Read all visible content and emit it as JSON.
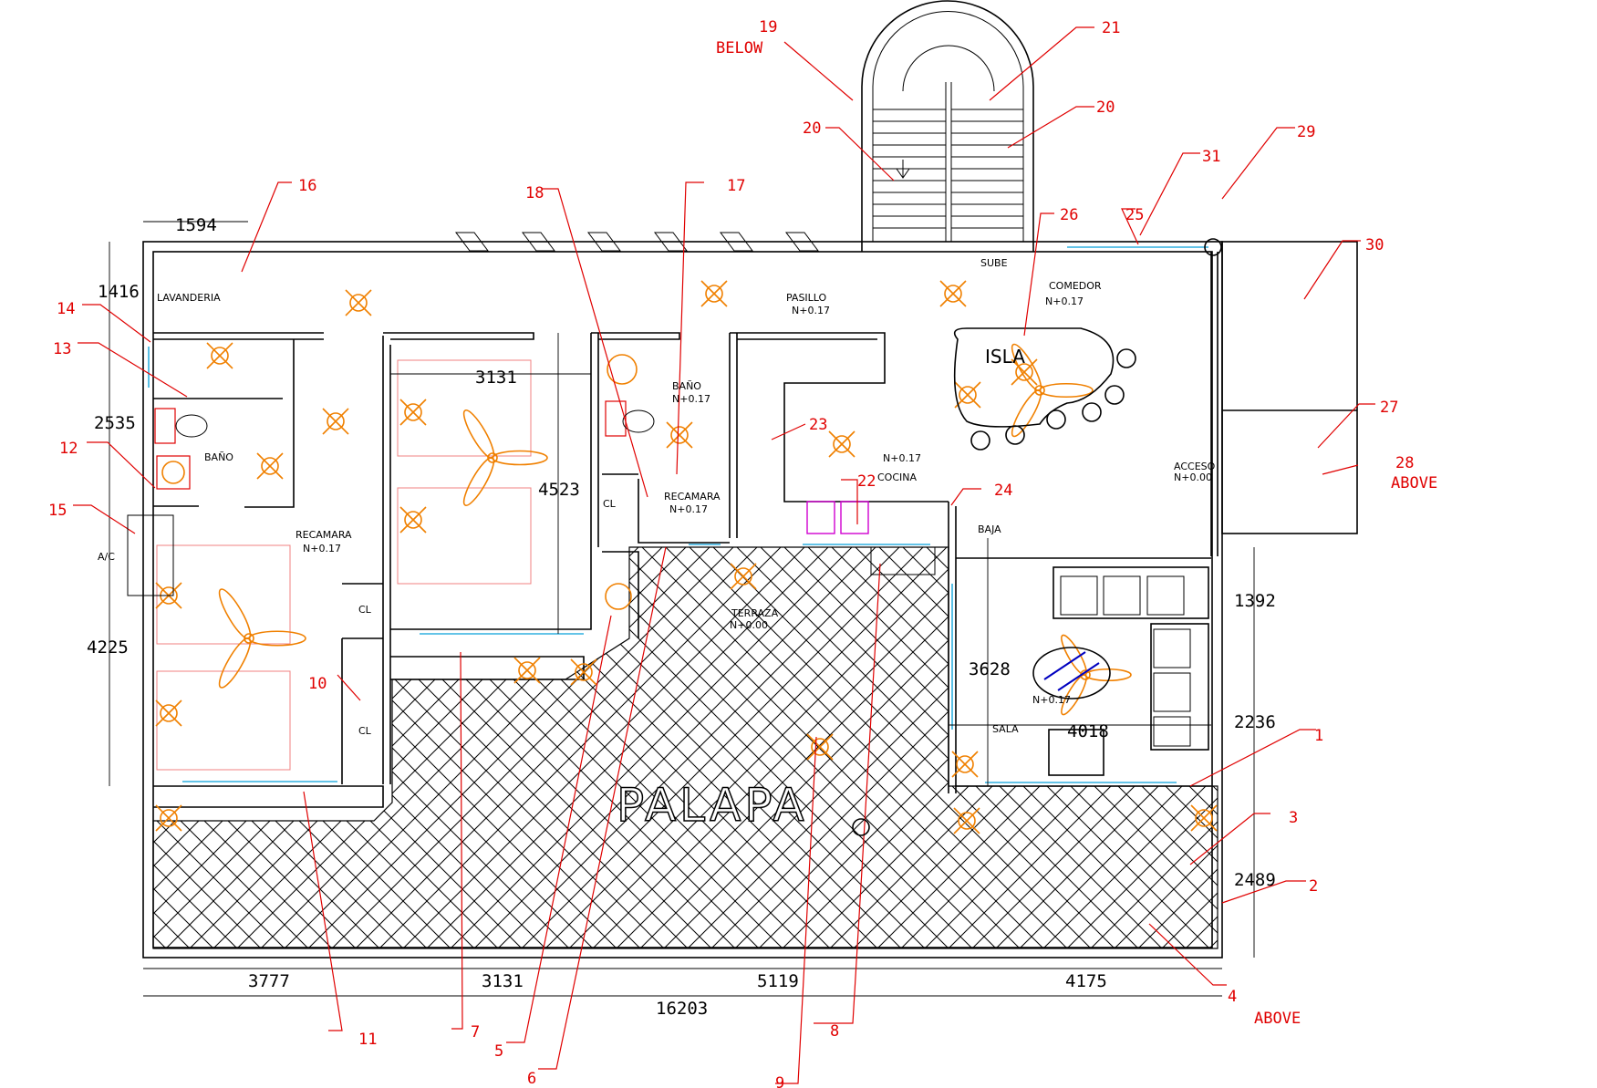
{
  "rooms": {
    "lavanderia": "LAVANDERIA",
    "bano_left": "BAÑO",
    "recamara_left": "RECAMARA",
    "recamara_left_level": "N+0.17",
    "cl1": "CL",
    "cl2": "CL",
    "cl3": "CL",
    "pasillo": "PASILLO",
    "pasillo_level": "N+0.17",
    "bano_center": "BAÑO",
    "bano_center_level": "N+0.17",
    "recamara_center": "RECAMARA",
    "recamara_center_level": "N+0.17",
    "terraza": "TERRAZA",
    "terraza_level": "N+0.00",
    "cocina_level": "N+0.17",
    "cocina": "COCINA",
    "comedor": "COMEDOR",
    "comedor_level": "N+0.17",
    "isla": "ISLA",
    "sube": "SUBE",
    "baja": "BAJA",
    "acceso": "ACCESO",
    "acceso_level": "N+0.00",
    "sala": "SALA",
    "sala_level": "N+0.17",
    "ac": "A/C",
    "palapa": "PALAPA"
  },
  "dimensions": {
    "d1594": "1594",
    "d1416": "1416",
    "d2535": "2535",
    "d4225": "4225",
    "d3131_top": "3131",
    "d4523": "4523",
    "d3628": "3628",
    "d4018": "4018",
    "d1392": "1392",
    "d2236": "2236",
    "d2489": "2489",
    "d3777": "3777",
    "d3131": "3131",
    "d5119": "5119",
    "d4175": "4175",
    "d16203": "16203"
  },
  "callouts": {
    "c1": "1",
    "c2": "2",
    "c3": "3",
    "c4": "4",
    "c4_note": "ABOVE",
    "c5": "5",
    "c6": "6",
    "c7": "7",
    "c8": "8",
    "c9": "9",
    "c10": "10",
    "c11": "11",
    "c12": "12",
    "c13": "13",
    "c14": "14",
    "c15": "15",
    "c16": "16",
    "c17": "17",
    "c18": "18",
    "c19": "19",
    "c19_note": "BELOW",
    "c20a": "20",
    "c20b": "20",
    "c21": "21",
    "c22": "22",
    "c23": "23",
    "c24": "24",
    "c25": "25",
    "c26": "26",
    "c27": "27",
    "c28": "28",
    "c28_note": "ABOVE",
    "c29": "29",
    "c30": "30",
    "c31": "31"
  },
  "colors": {
    "walls": "#000000",
    "callouts": "#e00000",
    "furniture": "#f08080",
    "fixtures": "#f08000",
    "windows": "#30b0e0",
    "sink": "#d000d0"
  }
}
